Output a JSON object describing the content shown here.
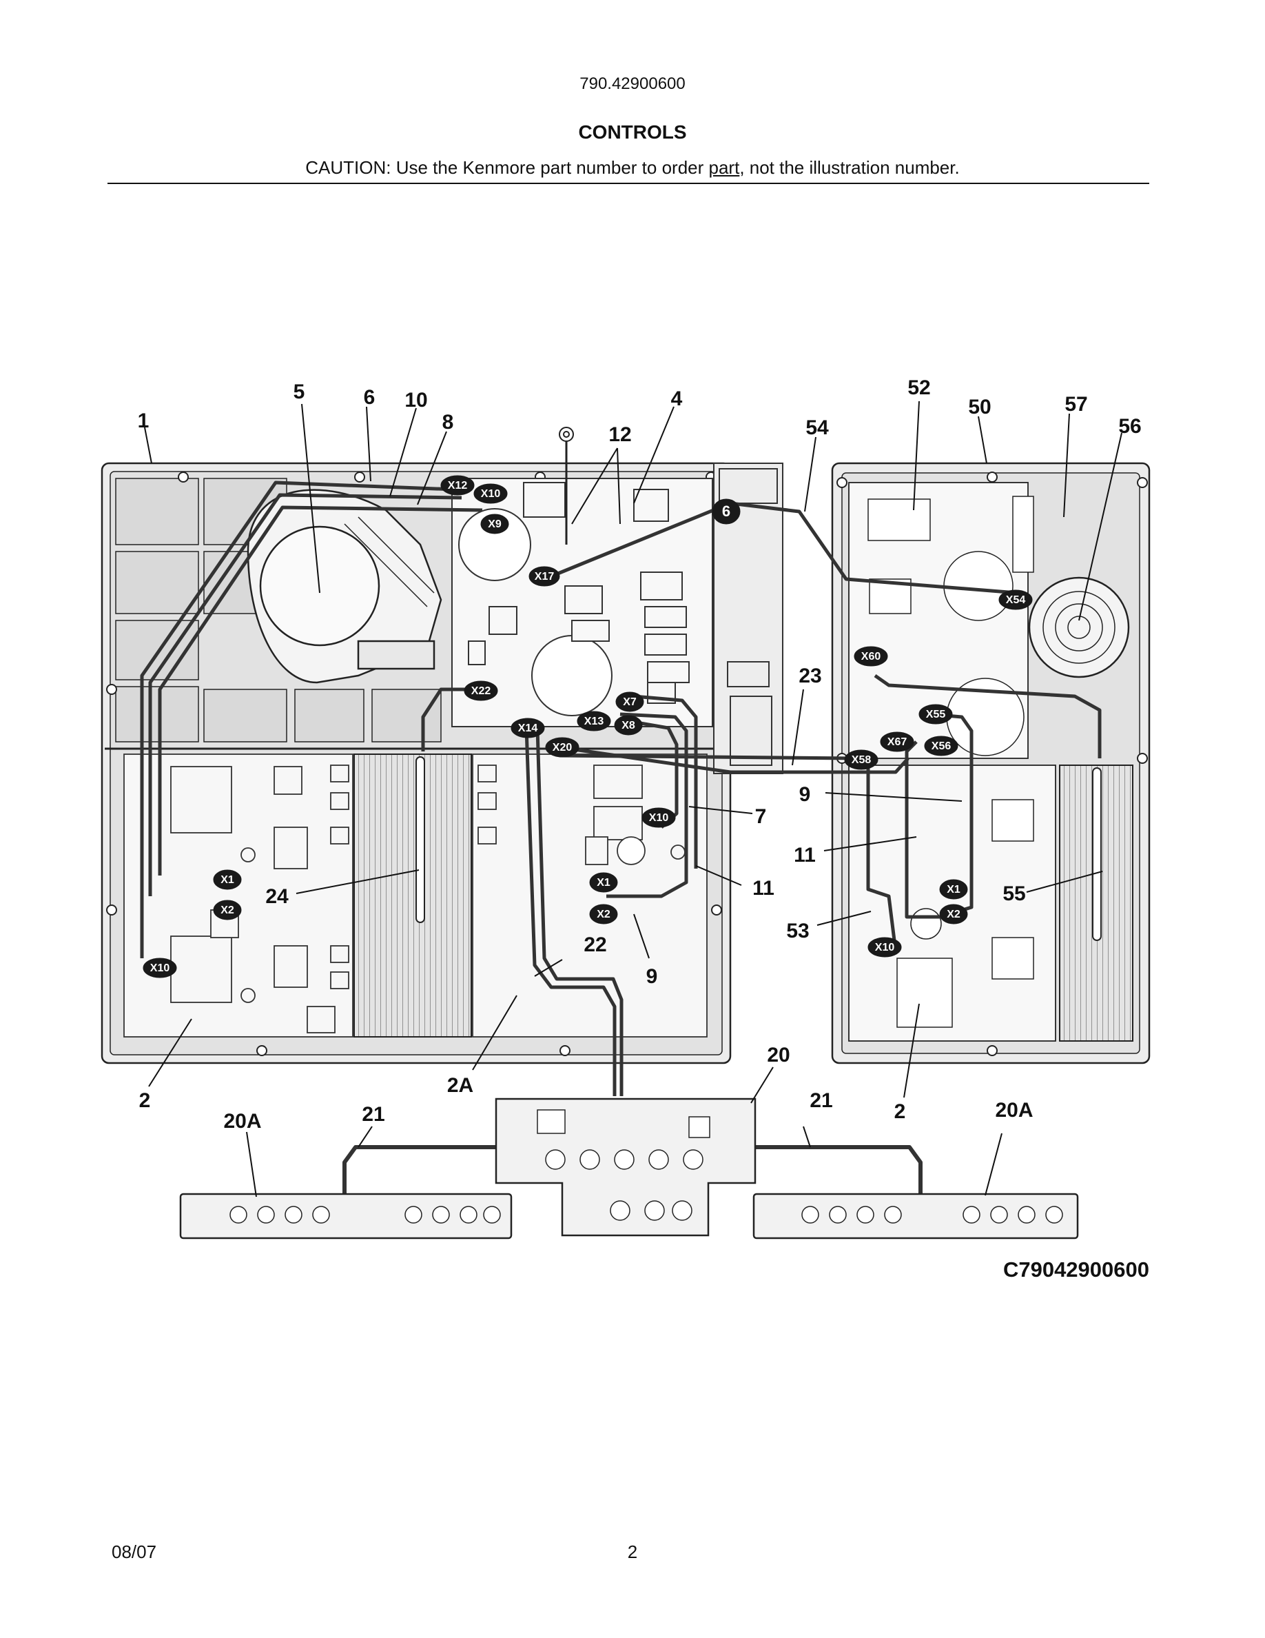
{
  "header": {
    "model_number": "790.42900600",
    "section_title": "CONTROLS",
    "caution_before": "CAUTION: Use the Kenmore part number to order ",
    "caution_underlined": "part",
    "caution_after": ", not the illustration number."
  },
  "figure": {
    "code": "C79042900600",
    "callouts": [
      "1",
      "5",
      "6",
      "10",
      "8",
      "12",
      "4",
      "54",
      "52",
      "50",
      "57",
      "56",
      "23",
      "24",
      "22",
      "2A",
      "2",
      "7",
      "9",
      "11",
      "53",
      "55",
      "20",
      "20A",
      "21"
    ],
    "connectors": [
      "X12",
      "X10",
      "X9",
      "X17",
      "6",
      "X22",
      "X14",
      "X13",
      "X8",
      "X7",
      "X20",
      "X1",
      "X2",
      "X54",
      "X60",
      "X55",
      "X67",
      "X56",
      "X58"
    ]
  },
  "footer": {
    "date": "08/07",
    "page_number": "2"
  },
  "colors": {
    "ink": "#111111",
    "panel": "#e9e9e9",
    "connector": "#1a1a1a"
  }
}
